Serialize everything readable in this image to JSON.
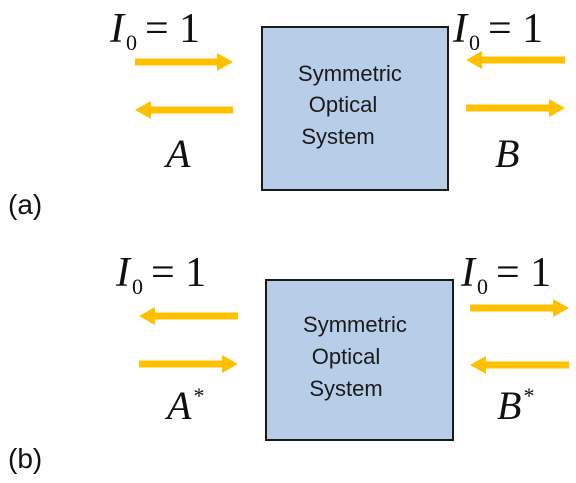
{
  "colors": {
    "arrow": "#FFC000",
    "box_fill": "#B7CDE8",
    "box_stroke": "#1a1a1a",
    "text": "#111111"
  },
  "panels": [
    {
      "id": "a",
      "label": "(a)",
      "left_incident": {
        "symbol": "I",
        "subscript": "0",
        "equation": "= 1"
      },
      "right_incident": {
        "symbol": "I",
        "subscript": "0",
        "equation": "= 1"
      },
      "left_output": {
        "symbol": "A",
        "superscript": ""
      },
      "right_output": {
        "symbol": "B",
        "superscript": ""
      },
      "box_lines": [
        "Symmetric",
        "Optical",
        "System"
      ],
      "left_arrows": [
        "right",
        "left"
      ],
      "right_arrows": [
        "left",
        "right"
      ]
    },
    {
      "id": "b",
      "label": "(b)",
      "left_incident": {
        "symbol": "I",
        "subscript": "0",
        "equation": "= 1"
      },
      "right_incident": {
        "symbol": "I",
        "subscript": "0",
        "equation": "= 1"
      },
      "left_output": {
        "symbol": "A",
        "superscript": "*"
      },
      "right_output": {
        "symbol": "B",
        "superscript": "*"
      },
      "box_lines": [
        "Symmetric",
        "Optical",
        "System"
      ],
      "left_arrows": [
        "left",
        "right"
      ],
      "right_arrows": [
        "right",
        "left"
      ]
    }
  ]
}
